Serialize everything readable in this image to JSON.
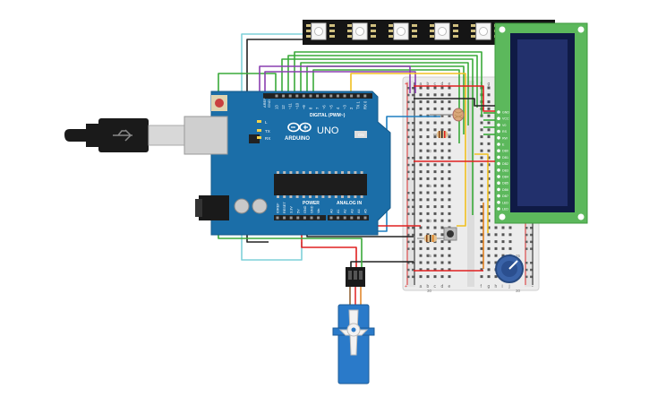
{
  "arduino": {
    "brand": "ARDUINO",
    "model": "UNO",
    "digital_header": "DIGITAL (PWM~)",
    "power_header": "POWER",
    "analog_header": "ANALOG IN",
    "aref": "AREF",
    "gnd": "GND",
    "digital_pins": [
      "13",
      "12",
      "~11",
      "~10",
      "~9",
      "8",
      "7",
      "~6",
      "~5",
      "4",
      "~3",
      "2",
      "TX 1",
      "RX 0"
    ],
    "power_pins": [
      "IOREF",
      "RESET",
      "3.3V",
      "5V",
      "GND",
      "GND",
      "Vin"
    ],
    "analog_pins": [
      "A0",
      "A1",
      "A2",
      "A3",
      "A4",
      "A5"
    ],
    "led_labels": [
      "L",
      "TX",
      "RX"
    ],
    "on_label": "ON"
  },
  "breadboard": {
    "col_letters_left": [
      "a",
      "b",
      "c",
      "d",
      "e"
    ],
    "col_letters_right": [
      "f",
      "g",
      "h",
      "i",
      "j"
    ],
    "row_numbers": [
      "1",
      "5",
      "10",
      "15",
      "20",
      "25",
      "30"
    ],
    "rail_plus": "+",
    "rail_minus": "-"
  },
  "lcd": {
    "pin_labels": [
      "GND",
      "VCC",
      "V0",
      "RS",
      "RW",
      "E",
      "DB0",
      "DB1",
      "DB2",
      "DB3",
      "DB4",
      "DB5",
      "DB6",
      "DB7",
      "LED",
      "LED"
    ]
  },
  "colors": {
    "board_blue": "#1b6ea8",
    "lcd_green": "#5cb85c",
    "lcd_screen": "#1f2f6e",
    "wire_red": "#e02020",
    "wire_black": "#222222",
    "wire_green": "#3aaa3a",
    "wire_purple": "#8a3fb0",
    "wire_yellow": "#f0c020",
    "wire_cyan": "#7fd0d8",
    "wire_blue": "#1e7fc0",
    "servo_blue": "#2a7ac9"
  },
  "icons": [
    "usb-cable-icon",
    "arduino-logo-icon",
    "servo-horn-icon",
    "potentiometer-icon",
    "photoresistor-icon",
    "pushbutton-icon",
    "resistor-icon"
  ]
}
